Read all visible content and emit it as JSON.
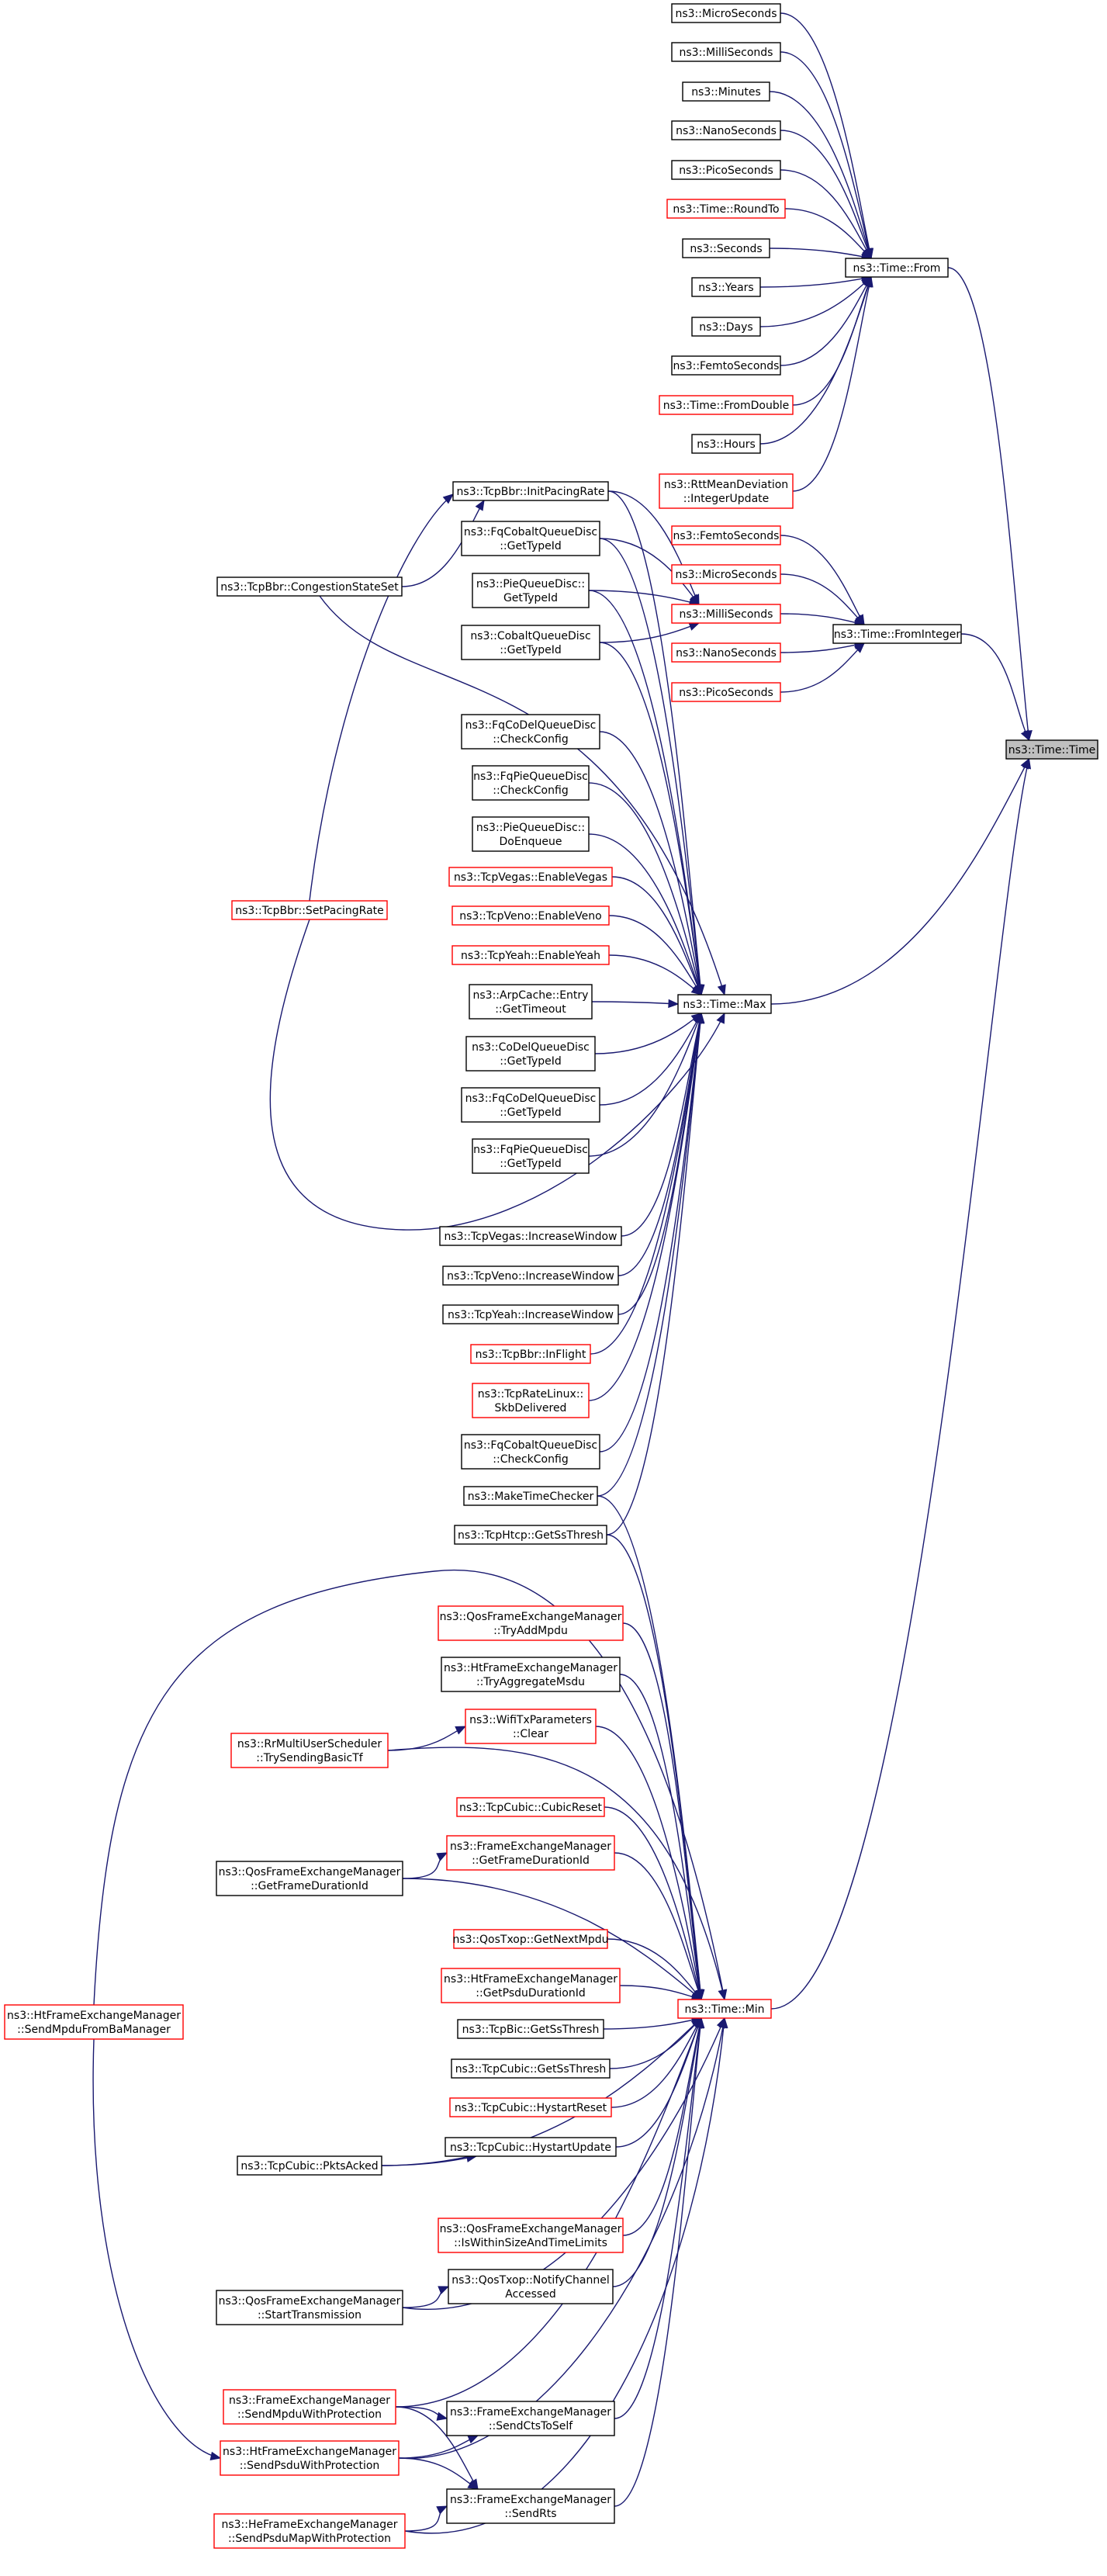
{
  "diagram": {
    "nodes": [
      {
        "id": "time",
        "lines": [
          "ns3::Time::Time"
        ],
        "style": "focus"
      },
      {
        "id": "from",
        "lines": [
          "ns3::Time::From"
        ],
        "style": "normal"
      },
      {
        "id": "fromInteger",
        "lines": [
          "ns3::Time::FromInteger"
        ],
        "style": "normal"
      },
      {
        "id": "max",
        "lines": [
          "ns3::Time::Max"
        ],
        "style": "normal"
      },
      {
        "id": "min",
        "lines": [
          "ns3::Time::Min"
        ],
        "style": "partial"
      },
      {
        "id": "f_micro",
        "lines": [
          "ns3::MicroSeconds"
        ],
        "style": "normal"
      },
      {
        "id": "f_milli",
        "lines": [
          "ns3::MilliSeconds"
        ],
        "style": "normal"
      },
      {
        "id": "f_minutes",
        "lines": [
          "ns3::Minutes"
        ],
        "style": "normal"
      },
      {
        "id": "f_nano",
        "lines": [
          "ns3::NanoSeconds"
        ],
        "style": "normal"
      },
      {
        "id": "f_pico",
        "lines": [
          "ns3::PicoSeconds"
        ],
        "style": "normal"
      },
      {
        "id": "f_roundto",
        "lines": [
          "ns3::Time::RoundTo"
        ],
        "style": "partial"
      },
      {
        "id": "f_seconds",
        "lines": [
          "ns3::Seconds"
        ],
        "style": "normal"
      },
      {
        "id": "f_years",
        "lines": [
          "ns3::Years"
        ],
        "style": "normal"
      },
      {
        "id": "f_days",
        "lines": [
          "ns3::Days"
        ],
        "style": "normal"
      },
      {
        "id": "f_femto",
        "lines": [
          "ns3::FemtoSeconds"
        ],
        "style": "normal"
      },
      {
        "id": "f_fromdouble",
        "lines": [
          "ns3::Time::FromDouble"
        ],
        "style": "partial"
      },
      {
        "id": "f_hours",
        "lines": [
          "ns3::Hours"
        ],
        "style": "normal"
      },
      {
        "id": "f_rttmean",
        "lines": [
          "ns3::RttMeanDeviation",
          "::IntegerUpdate"
        ],
        "style": "partial"
      },
      {
        "id": "i_femto",
        "lines": [
          "ns3::FemtoSeconds"
        ],
        "style": "partial"
      },
      {
        "id": "i_micro",
        "lines": [
          "ns3::MicroSeconds"
        ],
        "style": "partial"
      },
      {
        "id": "i_milli",
        "lines": [
          "ns3::MilliSeconds"
        ],
        "style": "partial"
      },
      {
        "id": "i_nano",
        "lines": [
          "ns3::NanoSeconds"
        ],
        "style": "partial"
      },
      {
        "id": "i_pico",
        "lines": [
          "ns3::PicoSeconds"
        ],
        "style": "partial"
      },
      {
        "id": "m_initpacing",
        "lines": [
          "ns3::TcpBbr::InitPacingRate"
        ],
        "style": "normal"
      },
      {
        "id": "m_fqcobalt_tid",
        "lines": [
          "ns3::FqCobaltQueueDisc",
          "::GetTypeId"
        ],
        "style": "normal"
      },
      {
        "id": "m_pie_tid",
        "lines": [
          "ns3::PieQueueDisc::",
          "GetTypeId"
        ],
        "style": "normal"
      },
      {
        "id": "m_cobalt_tid",
        "lines": [
          "ns3::CobaltQueueDisc",
          "::GetTypeId"
        ],
        "style": "normal"
      },
      {
        "id": "m_congstate",
        "lines": [
          "ns3::TcpBbr::CongestionStateSet"
        ],
        "style": "normal"
      },
      {
        "id": "m_fqcodel_cc",
        "lines": [
          "ns3::FqCoDelQueueDisc",
          "::CheckConfig"
        ],
        "style": "normal"
      },
      {
        "id": "m_fqpie_cc",
        "lines": [
          "ns3::FqPieQueueDisc",
          "::CheckConfig"
        ],
        "style": "normal"
      },
      {
        "id": "m_pie_enq",
        "lines": [
          "ns3::PieQueueDisc::",
          "DoEnqueue"
        ],
        "style": "normal"
      },
      {
        "id": "m_vegas_en",
        "lines": [
          "ns3::TcpVegas::EnableVegas"
        ],
        "style": "partial"
      },
      {
        "id": "m_veno_en",
        "lines": [
          "ns3::TcpVeno::EnableVeno"
        ],
        "style": "partial"
      },
      {
        "id": "m_yeah_en",
        "lines": [
          "ns3::TcpYeah::EnableYeah"
        ],
        "style": "partial"
      },
      {
        "id": "m_setpacing",
        "lines": [
          "ns3::TcpBbr::SetPacingRate"
        ],
        "style": "partial"
      },
      {
        "id": "m_arp",
        "lines": [
          "ns3::ArpCache::Entry",
          "::GetTimeout"
        ],
        "style": "normal"
      },
      {
        "id": "m_codel_tid",
        "lines": [
          "ns3::CoDelQueueDisc",
          "::GetTypeId"
        ],
        "style": "normal"
      },
      {
        "id": "m_fqcodel_tid",
        "lines": [
          "ns3::FqCoDelQueueDisc",
          "::GetTypeId"
        ],
        "style": "normal"
      },
      {
        "id": "m_fqpie_tid",
        "lines": [
          "ns3::FqPieQueueDisc",
          "::GetTypeId"
        ],
        "style": "normal"
      },
      {
        "id": "m_vegas_inc",
        "lines": [
          "ns3::TcpVegas::IncreaseWindow"
        ],
        "style": "normal"
      },
      {
        "id": "m_veno_inc",
        "lines": [
          "ns3::TcpVeno::IncreaseWindow"
        ],
        "style": "normal"
      },
      {
        "id": "m_yeah_inc",
        "lines": [
          "ns3::TcpYeah::IncreaseWindow"
        ],
        "style": "normal"
      },
      {
        "id": "m_inflight",
        "lines": [
          "ns3::TcpBbr::InFlight"
        ],
        "style": "partial"
      },
      {
        "id": "m_skb",
        "lines": [
          "ns3::TcpRateLinux::",
          "SkbDelivered"
        ],
        "style": "partial"
      },
      {
        "id": "m_fqcobalt_cc",
        "lines": [
          "ns3::FqCobaltQueueDisc",
          "::CheckConfig"
        ],
        "style": "normal"
      },
      {
        "id": "m_mtc",
        "lines": [
          "ns3::MakeTimeChecker"
        ],
        "style": "normal"
      },
      {
        "id": "m_htcp",
        "lines": [
          "ns3::TcpHtcp::GetSsThresh"
        ],
        "style": "normal"
      },
      {
        "id": "n_tryaddmpdu",
        "lines": [
          "ns3::QosFrameExchangeManager",
          "::TryAddMpdu"
        ],
        "style": "partial"
      },
      {
        "id": "n_tryaggmsdu",
        "lines": [
          "ns3::HtFrameExchangeManager",
          "::TryAggregateMsdu"
        ],
        "style": "normal"
      },
      {
        "id": "n_wifitx",
        "lines": [
          "ns3::WifiTxParameters",
          "::Clear"
        ],
        "style": "partial"
      },
      {
        "id": "n_rrmu",
        "lines": [
          "ns3::RrMultiUserScheduler",
          "::TrySendingBasicTf"
        ],
        "style": "partial"
      },
      {
        "id": "n_cubicreset",
        "lines": [
          "ns3::TcpCubic::CubicReset"
        ],
        "style": "partial"
      },
      {
        "id": "n_fem_gfd",
        "lines": [
          "ns3::FrameExchangeManager",
          "::GetFrameDurationId"
        ],
        "style": "partial"
      },
      {
        "id": "n_qos_gfd",
        "lines": [
          "ns3::QosFrameExchangeManager",
          "::GetFrameDurationId"
        ],
        "style": "normal"
      },
      {
        "id": "n_qostxop_next",
        "lines": [
          "ns3::QosTxop::GetNextMpdu"
        ],
        "style": "partial"
      },
      {
        "id": "n_ht_psdu_dur",
        "lines": [
          "ns3::HtFrameExchangeManager",
          "::GetPsduDurationId"
        ],
        "style": "partial"
      },
      {
        "id": "n_ht_sendba",
        "lines": [
          "ns3::HtFrameExchangeManager",
          "::SendMpduFromBaManager"
        ],
        "style": "partial"
      },
      {
        "id": "n_bic",
        "lines": [
          "ns3::TcpBic::GetSsThresh"
        ],
        "style": "normal"
      },
      {
        "id": "n_cubic_ss",
        "lines": [
          "ns3::TcpCubic::GetSsThresh"
        ],
        "style": "normal"
      },
      {
        "id": "n_cubic_hr",
        "lines": [
          "ns3::TcpCubic::HystartReset"
        ],
        "style": "partial"
      },
      {
        "id": "n_cubic_hu",
        "lines": [
          "ns3::TcpCubic::HystartUpdate"
        ],
        "style": "normal"
      },
      {
        "id": "n_cubic_pa",
        "lines": [
          "ns3::TcpCubic::PktsAcked"
        ],
        "style": "normal"
      },
      {
        "id": "n_qos_within",
        "lines": [
          "ns3::QosFrameExchangeManager",
          "::IsWithinSizeAndTimeLimits"
        ],
        "style": "partial"
      },
      {
        "id": "n_qostxop_notify",
        "lines": [
          "ns3::QosTxop::NotifyChannel",
          "Accessed"
        ],
        "style": "normal"
      },
      {
        "id": "n_qos_start",
        "lines": [
          "ns3::QosFrameExchangeManager",
          "::StartTransmission"
        ],
        "style": "normal"
      },
      {
        "id": "n_fem_mpdu",
        "lines": [
          "ns3::FrameExchangeManager",
          "::SendMpduWithProtection"
        ],
        "style": "partial"
      },
      {
        "id": "n_fem_cts",
        "lines": [
          "ns3::FrameExchangeManager",
          "::SendCtsToSelf"
        ],
        "style": "normal"
      },
      {
        "id": "n_ht_psdu",
        "lines": [
          "ns3::HtFrameExchangeManager",
          "::SendPsduWithProtection"
        ],
        "style": "partial"
      },
      {
        "id": "n_fem_rts",
        "lines": [
          "ns3::FrameExchangeManager",
          "::SendRts"
        ],
        "style": "normal"
      },
      {
        "id": "n_he_psdumap",
        "lines": [
          "ns3::HeFrameExchangeManager",
          "::SendPsduMapWithProtection"
        ],
        "style": "partial"
      }
    ],
    "edges": [
      [
        "f_micro",
        "from"
      ],
      [
        "f_milli",
        "from"
      ],
      [
        "f_minutes",
        "from"
      ],
      [
        "f_nano",
        "from"
      ],
      [
        "f_pico",
        "from"
      ],
      [
        "f_roundto",
        "from"
      ],
      [
        "f_seconds",
        "from"
      ],
      [
        "f_years",
        "from"
      ],
      [
        "f_days",
        "from"
      ],
      [
        "f_femto",
        "from"
      ],
      [
        "f_fromdouble",
        "from"
      ],
      [
        "f_hours",
        "from"
      ],
      [
        "f_rttmean",
        "from"
      ],
      [
        "from",
        "time"
      ],
      [
        "fromInteger",
        "time"
      ],
      [
        "max",
        "time"
      ],
      [
        "min",
        "time"
      ],
      [
        "i_femto",
        "fromInteger"
      ],
      [
        "i_micro",
        "fromInteger"
      ],
      [
        "i_milli",
        "fromInteger"
      ],
      [
        "i_nano",
        "fromInteger"
      ],
      [
        "i_pico",
        "fromInteger"
      ],
      [
        "m_initpacing",
        "i_milli"
      ],
      [
        "m_fqcobalt_tid",
        "i_milli"
      ],
      [
        "m_pie_tid",
        "i_milli"
      ],
      [
        "m_cobalt_tid",
        "i_milli"
      ],
      [
        "m_congstate",
        "m_initpacing"
      ],
      [
        "m_setpacing",
        "m_initpacing"
      ],
      [
        "m_initpacing",
        "max"
      ],
      [
        "m_fqcobalt_tid",
        "max"
      ],
      [
        "m_pie_tid",
        "max"
      ],
      [
        "m_cobalt_tid",
        "max"
      ],
      [
        "m_congstate",
        "max"
      ],
      [
        "m_fqcodel_cc",
        "max"
      ],
      [
        "m_fqpie_cc",
        "max"
      ],
      [
        "m_pie_enq",
        "max"
      ],
      [
        "m_vegas_en",
        "max"
      ],
      [
        "m_veno_en",
        "max"
      ],
      [
        "m_yeah_en",
        "max"
      ],
      [
        "m_arp",
        "max"
      ],
      [
        "m_codel_tid",
        "max"
      ],
      [
        "m_fqcodel_tid",
        "max"
      ],
      [
        "m_fqpie_tid",
        "max"
      ],
      [
        "m_setpacing",
        "max"
      ],
      [
        "m_vegas_inc",
        "max"
      ],
      [
        "m_veno_inc",
        "max"
      ],
      [
        "m_yeah_inc",
        "max"
      ],
      [
        "m_inflight",
        "max"
      ],
      [
        "m_skb",
        "max"
      ],
      [
        "m_fqcobalt_cc",
        "max"
      ],
      [
        "m_mtc",
        "max"
      ],
      [
        "m_htcp",
        "max"
      ],
      [
        "m_mtc",
        "min"
      ],
      [
        "m_htcp",
        "min"
      ],
      [
        "n_tryaddmpdu",
        "min"
      ],
      [
        "n_tryaggmsdu",
        "min"
      ],
      [
        "n_wifitx",
        "min"
      ],
      [
        "n_rrmu",
        "min"
      ],
      [
        "n_cubicreset",
        "min"
      ],
      [
        "n_fem_gfd",
        "min"
      ],
      [
        "n_qos_gfd",
        "min"
      ],
      [
        "n_qostxop_next",
        "min"
      ],
      [
        "n_ht_psdu_dur",
        "min"
      ],
      [
        "n_ht_sendba",
        "min"
      ],
      [
        "n_bic",
        "min"
      ],
      [
        "n_cubic_ss",
        "min"
      ],
      [
        "n_cubic_hr",
        "min"
      ],
      [
        "n_cubic_hu",
        "min"
      ],
      [
        "n_cubic_pa",
        "min"
      ],
      [
        "n_qos_within",
        "min"
      ],
      [
        "n_qostxop_notify",
        "min"
      ],
      [
        "n_qos_start",
        "min"
      ],
      [
        "n_fem_mpdu",
        "min"
      ],
      [
        "n_fem_cts",
        "min"
      ],
      [
        "n_ht_psdu",
        "min"
      ],
      [
        "n_fem_rts",
        "min"
      ],
      [
        "n_he_psdumap",
        "min"
      ],
      [
        "n_rrmu",
        "n_wifitx"
      ],
      [
        "n_qos_gfd",
        "n_fem_gfd"
      ],
      [
        "n_cubic_pa",
        "n_cubic_hu"
      ],
      [
        "n_qos_start",
        "n_qostxop_notify"
      ],
      [
        "n_fem_mpdu",
        "n_fem_cts"
      ],
      [
        "n_ht_psdu",
        "n_fem_cts"
      ],
      [
        "n_ht_psdu",
        "n_fem_rts"
      ],
      [
        "n_fem_mpdu",
        "n_fem_rts"
      ],
      [
        "n_he_psdumap",
        "n_fem_rts"
      ],
      [
        "n_ht_sendba",
        "n_ht_psdu"
      ]
    ]
  }
}
